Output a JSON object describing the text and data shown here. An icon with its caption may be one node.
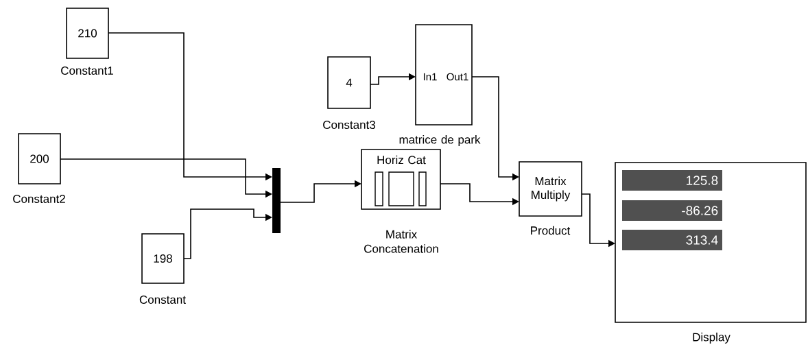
{
  "diagram": {
    "nodes": [
      {
        "text": [
          "210"
        ],
        "beside": [
          "Constant1"
        ]
      },
      {
        "text": [
          "200"
        ],
        "beside": [
          "Constant2"
        ]
      },
      {
        "text": [
          "198"
        ],
        "beside": [
          "Constant"
        ]
      },
      {
        "text": [],
        "shape": "bar"
      },
      {
        "text": [
          "4"
        ],
        "beside": [
          "Constant3"
        ]
      },
      {
        "text": [
          "In1",
          "Out1"
        ],
        "beside": [
          "matrice de park"
        ]
      },
      {
        "text": [
          "Horiz Cat"
        ],
        "beside": [
          "Matrix Concatenation"
        ]
      },
      {
        "text": [
          "Matrix Multiply"
        ],
        "beside": [
          "Product"
        ]
      },
      {
        "text": [],
        "shape": "box",
        "beside": [
          "Display"
        ]
      },
      {
        "text": [
          "125.8"
        ],
        "in": 8
      },
      {
        "text": [
          "-86.26"
        ],
        "in": 8
      },
      {
        "text": [
          "313.4"
        ],
        "in": 8
      }
    ],
    "edges": [
      {
        "from": 0,
        "to": 3,
        "arrow": "to"
      },
      {
        "from": 1,
        "to": 3,
        "arrow": "to"
      },
      {
        "from": 2,
        "to": 3,
        "arrow": "to"
      },
      {
        "from": 3,
        "to": 6,
        "arrow": "to"
      },
      {
        "from": 4,
        "to": 5,
        "arrow": "to"
      },
      {
        "from": 5,
        "to": 7,
        "arrow": "to"
      },
      {
        "from": 6,
        "to": 7,
        "arrow": "to"
      },
      {
        "from": 7,
        "to": 8,
        "arrow": "to"
      }
    ]
  }
}
